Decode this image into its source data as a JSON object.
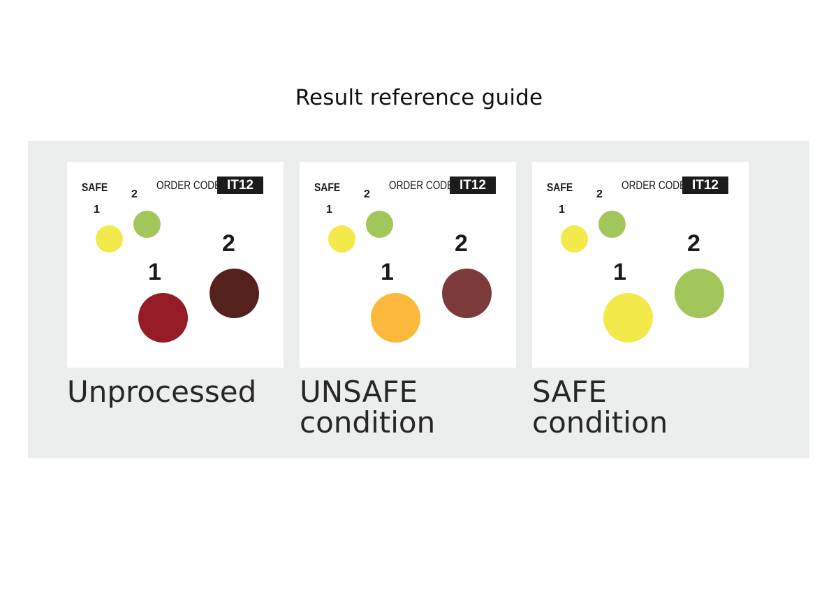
{
  "title": "Result reference guide",
  "cards": [
    {
      "safe_label": "SAFE",
      "order_code_label": "ORDER CODE",
      "order_code": "IT12",
      "ref_dot_1_label": "1",
      "ref_dot_2_label": "2",
      "ref_dot_1_color": "#f2ea4a",
      "ref_dot_2_color": "#a2c65a",
      "dot_1_label": "1",
      "dot_2_label": "2",
      "dot_1_color": "#951c26",
      "dot_2_color": "#55211d",
      "caption_line_1": "Unprocessed",
      "caption_line_2": ""
    },
    {
      "safe_label": "SAFE",
      "order_code_label": "ORDER CODE",
      "order_code": "IT12",
      "ref_dot_1_label": "1",
      "ref_dot_2_label": "2",
      "ref_dot_1_color": "#f2ea4a",
      "ref_dot_2_color": "#a2c65a",
      "dot_1_label": "1",
      "dot_2_label": "2",
      "dot_1_color": "#fbb83a",
      "dot_2_color": "#7d3a3b",
      "caption_line_1": "UNSAFE",
      "caption_line_2": "condition"
    },
    {
      "safe_label": "SAFE",
      "order_code_label": "ORDER CODE",
      "order_code": "IT12",
      "ref_dot_1_label": "1",
      "ref_dot_2_label": "2",
      "ref_dot_1_color": "#f2ea4a",
      "ref_dot_2_color": "#a2c65a",
      "dot_1_label": "1",
      "dot_2_label": "2",
      "dot_1_color": "#f2ea4a",
      "dot_2_color": "#a2c65a",
      "caption_line_1": "SAFE",
      "caption_line_2": "condition"
    }
  ]
}
